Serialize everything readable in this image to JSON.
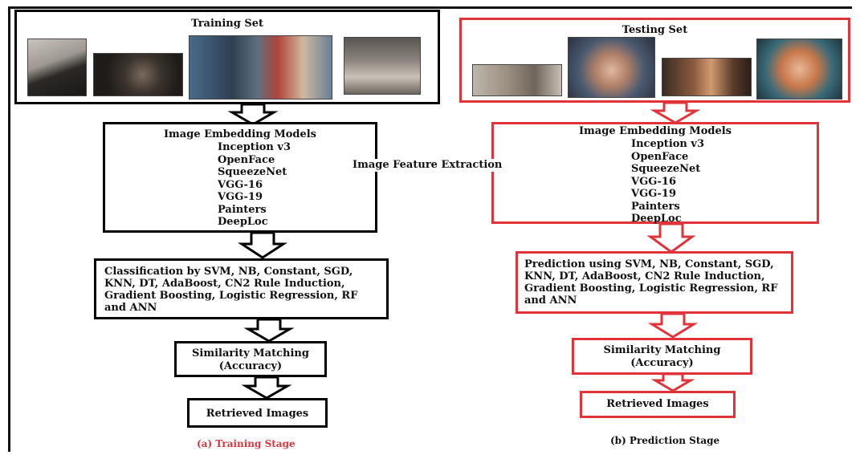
{
  "training": {
    "set_title": "Training Set",
    "embed_title": "Image Embedding Models",
    "models": [
      "Inception v3",
      "OpenFace",
      "SqueezeNet",
      "VGG-16",
      "VGG-19",
      "Painters",
      "DeepLoc"
    ],
    "classify_text": "Classification by SVM, NB, Constant, SGD, KNN, DT, AdaBoost, CN2 Rule Induction, Gradient Boosting, Logistic Regression, RF and ANN",
    "similarity_line1": "Similarity Matching",
    "similarity_line2": "(Accuracy)",
    "retrieved": "Retrieved Images",
    "caption": "(a) Training Stage"
  },
  "testing": {
    "set_title": "Testing Set",
    "embed_title": "Image Embedding Models",
    "models": [
      "Inception v3",
      "OpenFace",
      "SqueezeNet",
      "VGG-16",
      "VGG-19",
      "Painters",
      "DeepLoc"
    ],
    "predict_text": "Prediction using  SVM, NB, Constant, SGD, KNN, DT, AdaBoost, CN2 Rule Induction, Gradient Boosting, Logistic Regression, RF and ANN",
    "similarity_line1": "Similarity Matching",
    "similarity_line2": "(Accuracy)",
    "retrieved": "Retrieved Images",
    "caption": "(b) Prediction Stage"
  },
  "feature_label": "Image Feature Extraction",
  "colors": {
    "train_border": "#000000",
    "test_border": "#e0343a",
    "train_caption": "#d9363e",
    "test_caption": "#111111"
  }
}
